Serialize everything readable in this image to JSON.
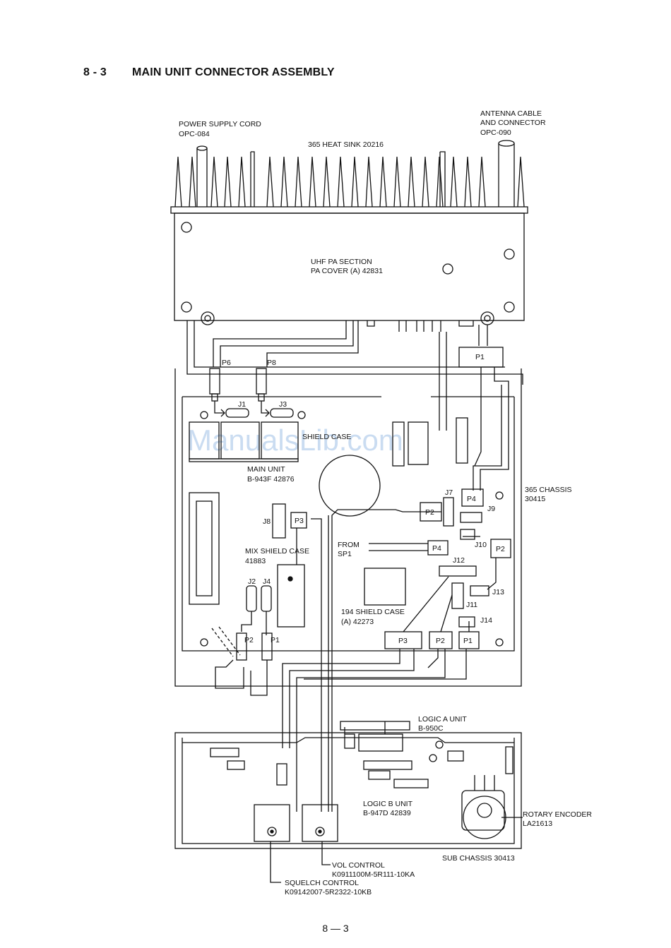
{
  "section": {
    "number": "8 - 3",
    "title": "MAIN UNIT CONNECTOR ASSEMBLY"
  },
  "labels": {
    "power_cord": "POWER SUPPLY CORD",
    "power_cord_part": "OPC-084",
    "antenna_1": "ANTENNA CABLE",
    "antenna_2": "AND CONNECTOR",
    "antenna_part": "OPC-090",
    "heat_sink": "365 HEAT SINK 20216",
    "pa_section": "UHF PA SECTION",
    "pa_cover": "PA COVER (A) 42831",
    "shield_case": "SHIELD CASE",
    "main_unit": "MAIN UNIT",
    "main_unit_part": "B-943F 42876",
    "chassis": "365 CHASSIS",
    "chassis_part": "30415",
    "mix_shield": "MIX SHIELD CASE",
    "mix_shield_part": "41883",
    "from": "FROM",
    "sp1": "SP1",
    "shield_194": "194 SHIELD CASE",
    "shield_194_part": "(A) 42273",
    "logic_a": "LOGIC A UNIT",
    "logic_a_part": "B-950C",
    "logic_b": "LOGIC B UNIT",
    "logic_b_part": "B-947D 42839",
    "rotary": "ROTARY ENCODER",
    "rotary_part": "LA21613",
    "sub_chassis": "SUB CHASSIS 30413",
    "vol": "VOL CONTROL",
    "vol_part": "K0911100M-5R111-10KA",
    "squelch": "SQUELCH CONTROL",
    "squelch_part": "K09142007-5R2322-10KB"
  },
  "connectors": {
    "p1": "P1",
    "p2": "P2",
    "p3": "P3",
    "p4": "P4",
    "p6": "P6",
    "p8": "P8",
    "j1": "J1",
    "j2": "J2",
    "j3": "J3",
    "j4": "J4",
    "j7": "J7",
    "j8": "J8",
    "j9": "J9",
    "j10": "J10",
    "j11": "J11",
    "j12": "J12",
    "j13": "J13",
    "j14": "J14"
  },
  "watermark": "ManualsLib.com",
  "page_number": "8 — 3"
}
